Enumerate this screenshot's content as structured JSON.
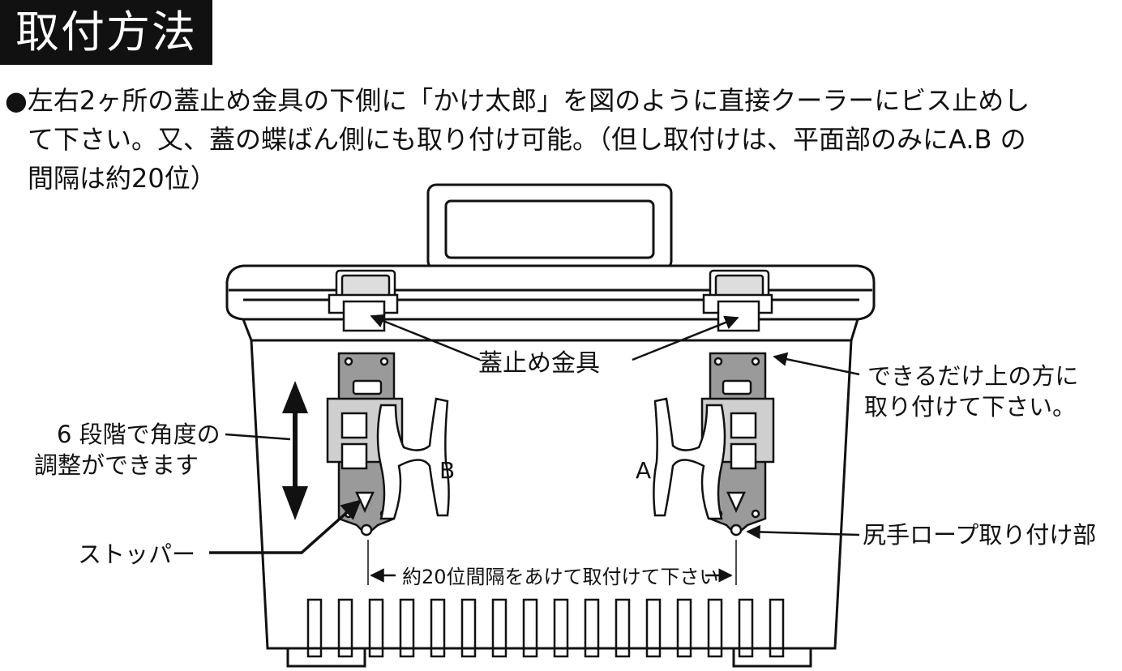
{
  "title": "取付方法",
  "intro": {
    "line1": "●左右2ヶ所の蓋止め金具の下側に「かけ太郎」を図のように直接クーラーにビス止めし",
    "line2": "て下さい。又、蓋の蝶ばん側にも取り付け可能。（但し取付けは、平面部のみにA.B の",
    "line3": "間隔は約20位）"
  },
  "labels": {
    "latch": "蓋止め金具",
    "top_note_line1": "できるだけ上の方に",
    "top_note_line2": "取り付けて下さい。",
    "angle_line1": "6 段階で角度の",
    "angle_line2": "調整ができます",
    "stopper": "ストッパー",
    "rope": "尻手ロープ取り付け部",
    "spacing": "約20位間隔をあけて取付けて下さい",
    "hook_a": "A",
    "hook_b": "B"
  }
}
